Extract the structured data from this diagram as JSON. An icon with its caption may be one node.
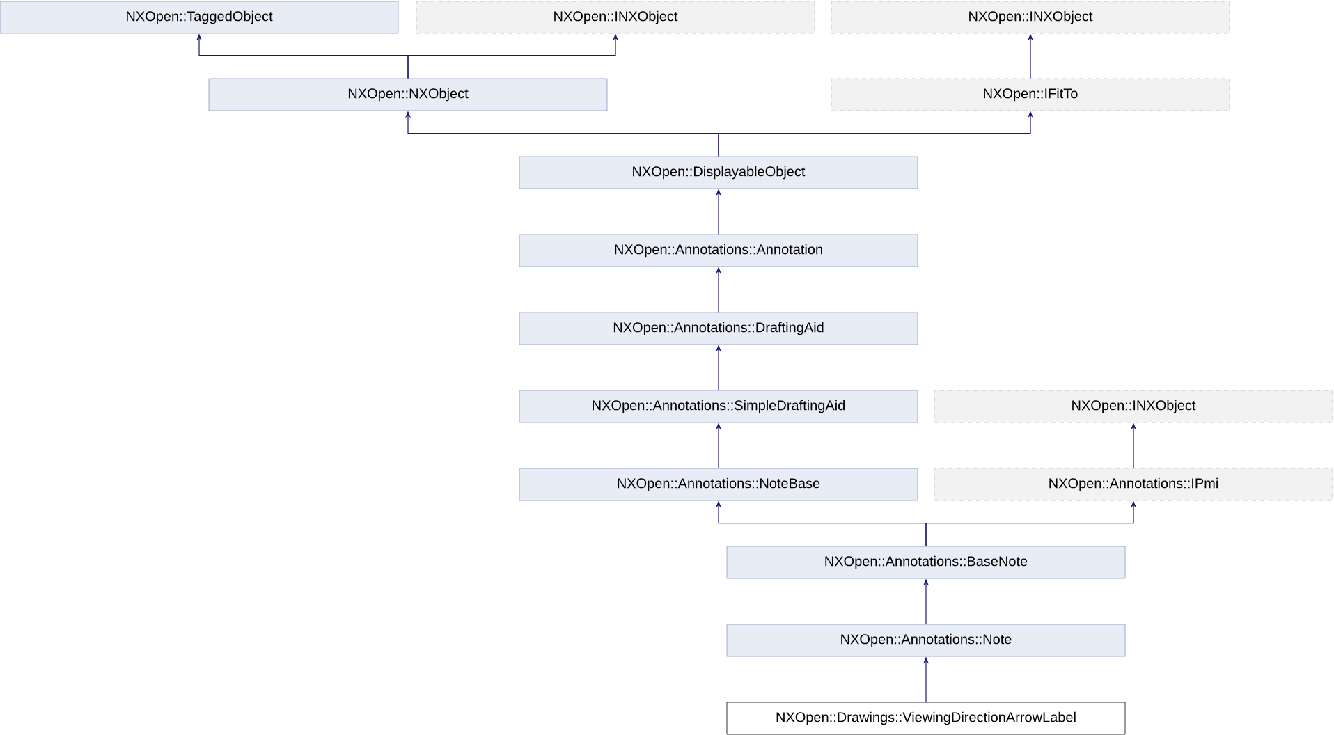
{
  "diagram": {
    "nodes": [
      {
        "text": [
          "NXOpen::TaggedObject"
        ]
      },
      {
        "text": [
          "NXOpen::INXObject"
        ]
      },
      {
        "text": [
          "NXOpen::INXObject"
        ]
      },
      {
        "text": [
          "NXOpen::NXObject"
        ]
      },
      {
        "text": [
          "NXOpen::IFitTo"
        ]
      },
      {
        "text": [
          "NXOpen::DisplayableObject"
        ]
      },
      {
        "text": [
          "NXOpen::Annotations::Annotation"
        ]
      },
      {
        "text": [
          "NXOpen::Annotations::DraftingAid"
        ]
      },
      {
        "text": [
          "NXOpen::Annotations::SimpleDraftingAid"
        ]
      },
      {
        "text": [
          "NXOpen::INXObject"
        ]
      },
      {
        "text": [
          "NXOpen::Annotations::NoteBase"
        ]
      },
      {
        "text": [
          "NXOpen::Annotations::IPmi"
        ]
      },
      {
        "text": [
          "NXOpen::Annotations::BaseNote"
        ]
      },
      {
        "text": [
          "NXOpen::Annotations::Note"
        ]
      },
      {
        "text": [
          "NXOpen::Drawings::ViewingDirectionArrowLabel"
        ]
      }
    ],
    "edges": [
      {
        "from": 3,
        "to": 0,
        "arrow": "to"
      },
      {
        "from": 3,
        "to": 1,
        "arrow": "to"
      },
      {
        "from": 4,
        "to": 2,
        "arrow": "to"
      },
      {
        "from": 5,
        "to": 3,
        "arrow": "to"
      },
      {
        "from": 5,
        "to": 4,
        "arrow": "to"
      },
      {
        "from": 6,
        "to": 5,
        "arrow": "to"
      },
      {
        "from": 7,
        "to": 6,
        "arrow": "to"
      },
      {
        "from": 8,
        "to": 7,
        "arrow": "to"
      },
      {
        "from": 11,
        "to": 9,
        "arrow": "to"
      },
      {
        "from": 10,
        "to": 8,
        "arrow": "to"
      },
      {
        "from": 12,
        "to": 10,
        "arrow": "to"
      },
      {
        "from": 12,
        "to": 11,
        "arrow": "to"
      },
      {
        "from": 13,
        "to": 12,
        "arrow": "to"
      },
      {
        "from": 14,
        "to": 13,
        "arrow": "to"
      }
    ]
  }
}
